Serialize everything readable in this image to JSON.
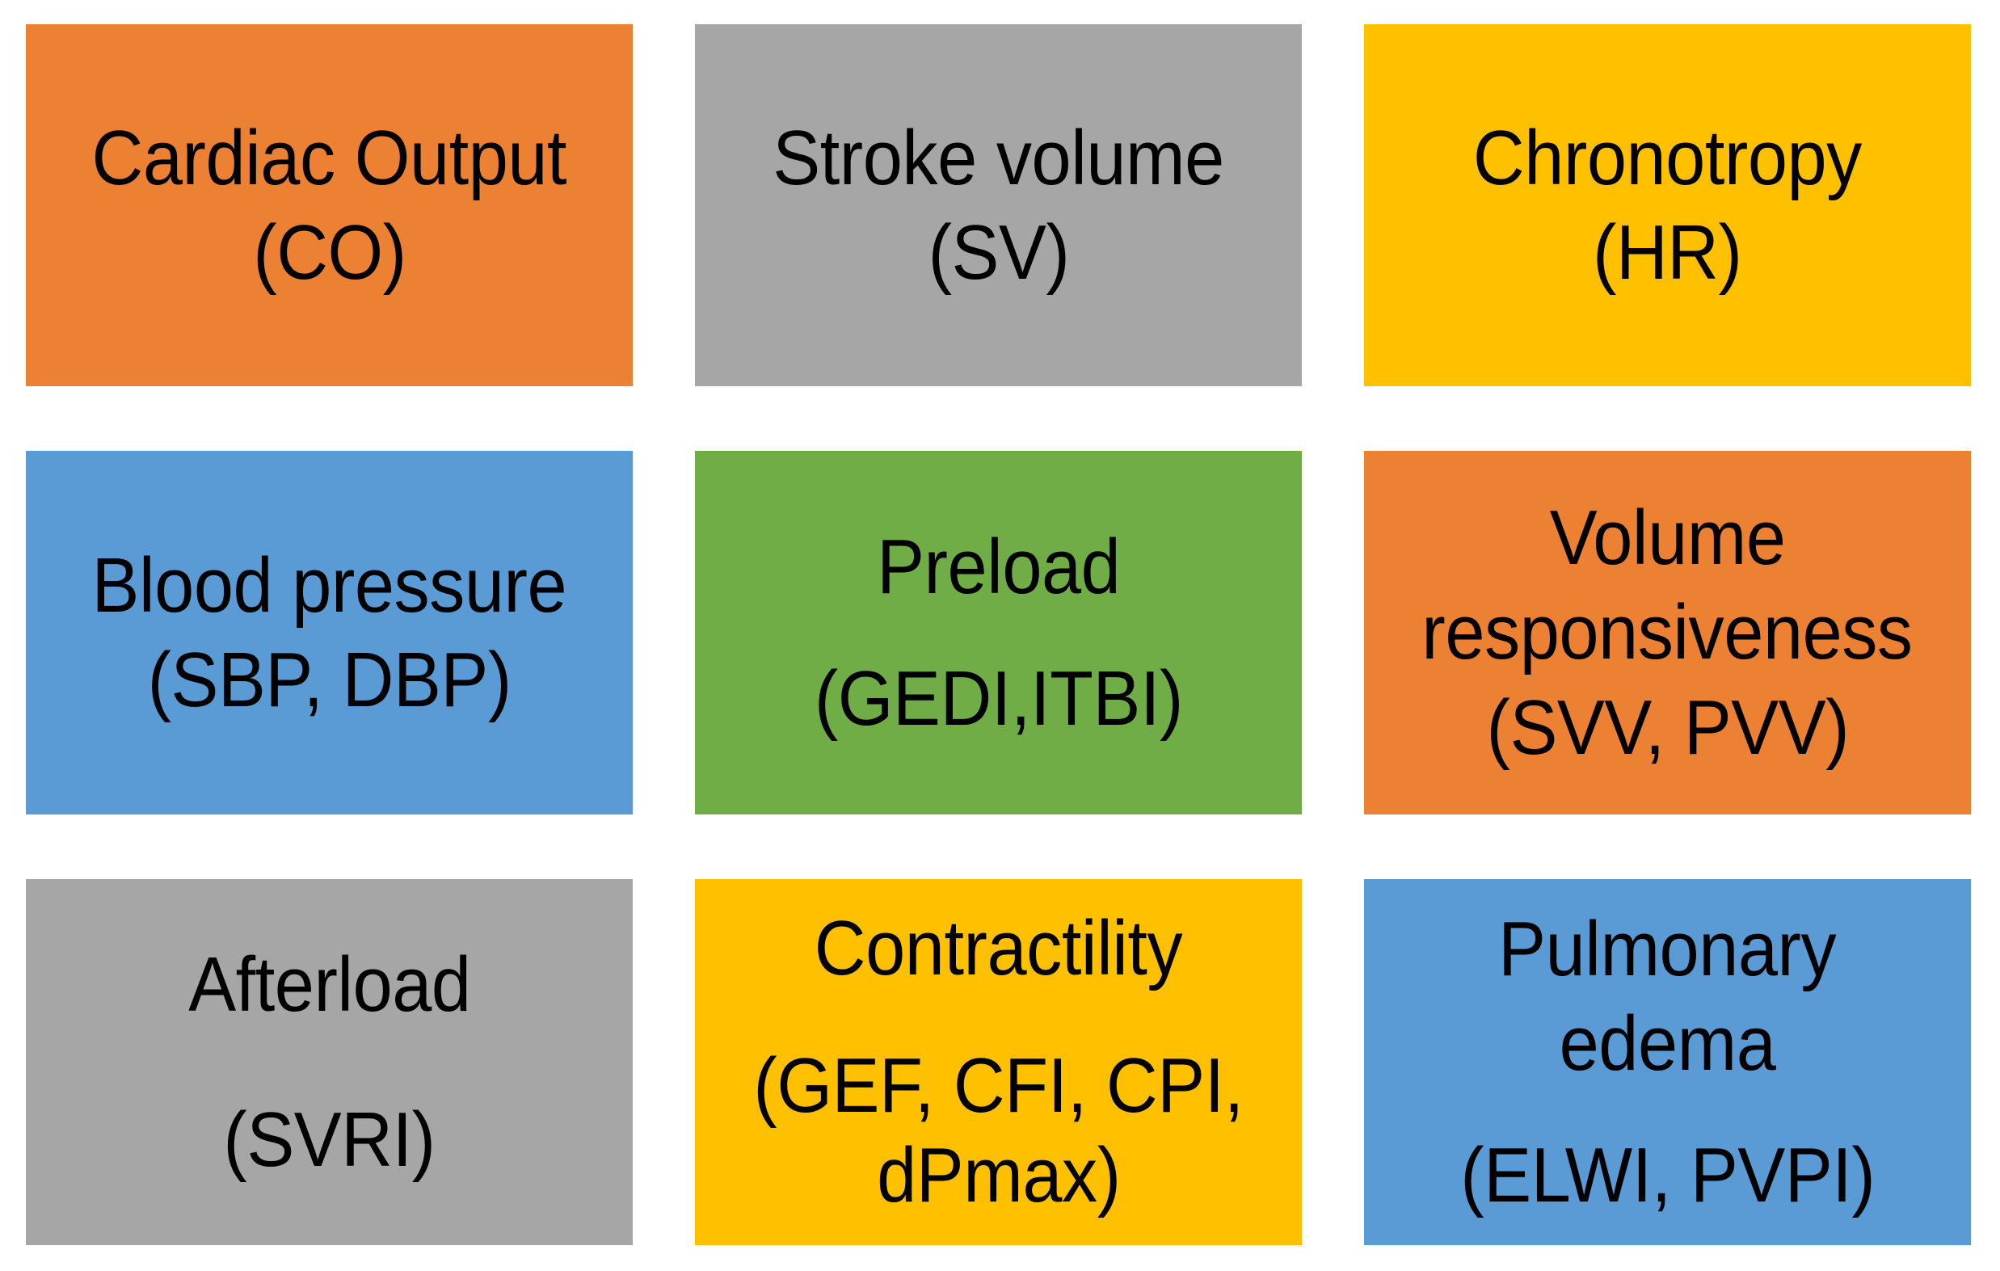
{
  "figure": {
    "kind": "3x3 colored box grid",
    "background_color": "#FFFFFF",
    "text_color": "#000000",
    "rows": 3,
    "columns": 3
  },
  "palette": {
    "orange": "#ED8133",
    "gray": "#A6A6A6",
    "yellow": "#FFC000",
    "blue": "#5B9BD5",
    "green": "#70AD47"
  },
  "cells": [
    {
      "id": "cardiac-output",
      "color": "#ED8133",
      "color_name": "orange",
      "row": 1,
      "column": 1,
      "title": "Cardiac Output",
      "abbrev": "(CO)",
      "lines": [
        "Cardiac Output",
        "(CO)"
      ]
    },
    {
      "id": "stroke-volume",
      "color": "#A6A6A6",
      "color_name": "gray",
      "row": 1,
      "column": 2,
      "title": "Stroke volume",
      "abbrev": "(SV)",
      "lines": [
        "Stroke volume",
        "(SV)"
      ]
    },
    {
      "id": "chronotropy",
      "color": "#FFC000",
      "color_name": "yellow",
      "row": 1,
      "column": 3,
      "title": "Chronotropy",
      "abbrev": "(HR)",
      "lines": [
        "Chronotropy",
        "(HR)"
      ]
    },
    {
      "id": "blood-pressure",
      "color": "#5B9BD5",
      "color_name": "blue",
      "row": 2,
      "column": 1,
      "title": "Blood pressure",
      "abbrev": "(SBP, DBP)",
      "lines": [
        "Blood pressure",
        "(SBP, DBP)"
      ]
    },
    {
      "id": "preload",
      "color": "#70AD47",
      "color_name": "green",
      "row": 2,
      "column": 2,
      "title": "Preload",
      "abbrev": "(GEDI,ITBI)",
      "lines": [
        "Preload",
        "(GEDI,ITBI)"
      ]
    },
    {
      "id": "volume-responsiveness",
      "color": "#ED8133",
      "color_name": "orange",
      "row": 2,
      "column": 3,
      "title_line_1": "Volume",
      "title_line_2": "responsiveness",
      "abbrev": "(SVV, PVV)",
      "lines": [
        "Volume",
        "responsiveness",
        "(SVV, PVV)"
      ]
    },
    {
      "id": "afterload",
      "color": "#A6A6A6",
      "color_name": "gray",
      "row": 3,
      "column": 1,
      "title": "Afterload",
      "abbrev": "(SVRI)",
      "lines": [
        "Afterload",
        "(SVRI)"
      ]
    },
    {
      "id": "contractility",
      "color": "#FFC000",
      "color_name": "yellow",
      "row": 3,
      "column": 2,
      "title": "Contractility",
      "abbrev_line_1": "(GEF, CFI, CPI,",
      "abbrev_line_2": "dPmax)",
      "lines": [
        "Contractility",
        "(GEF, CFI, CPI,",
        "dPmax)"
      ]
    },
    {
      "id": "pulmonary-edema",
      "color": "#5B9BD5",
      "color_name": "blue",
      "row": 3,
      "column": 3,
      "title_line_1": "Pulmonary",
      "title_line_2": "edema",
      "abbrev": "(ELWI, PVPI)",
      "lines": [
        "Pulmonary",
        "edema",
        "(ELWI, PVPI)"
      ]
    }
  ]
}
